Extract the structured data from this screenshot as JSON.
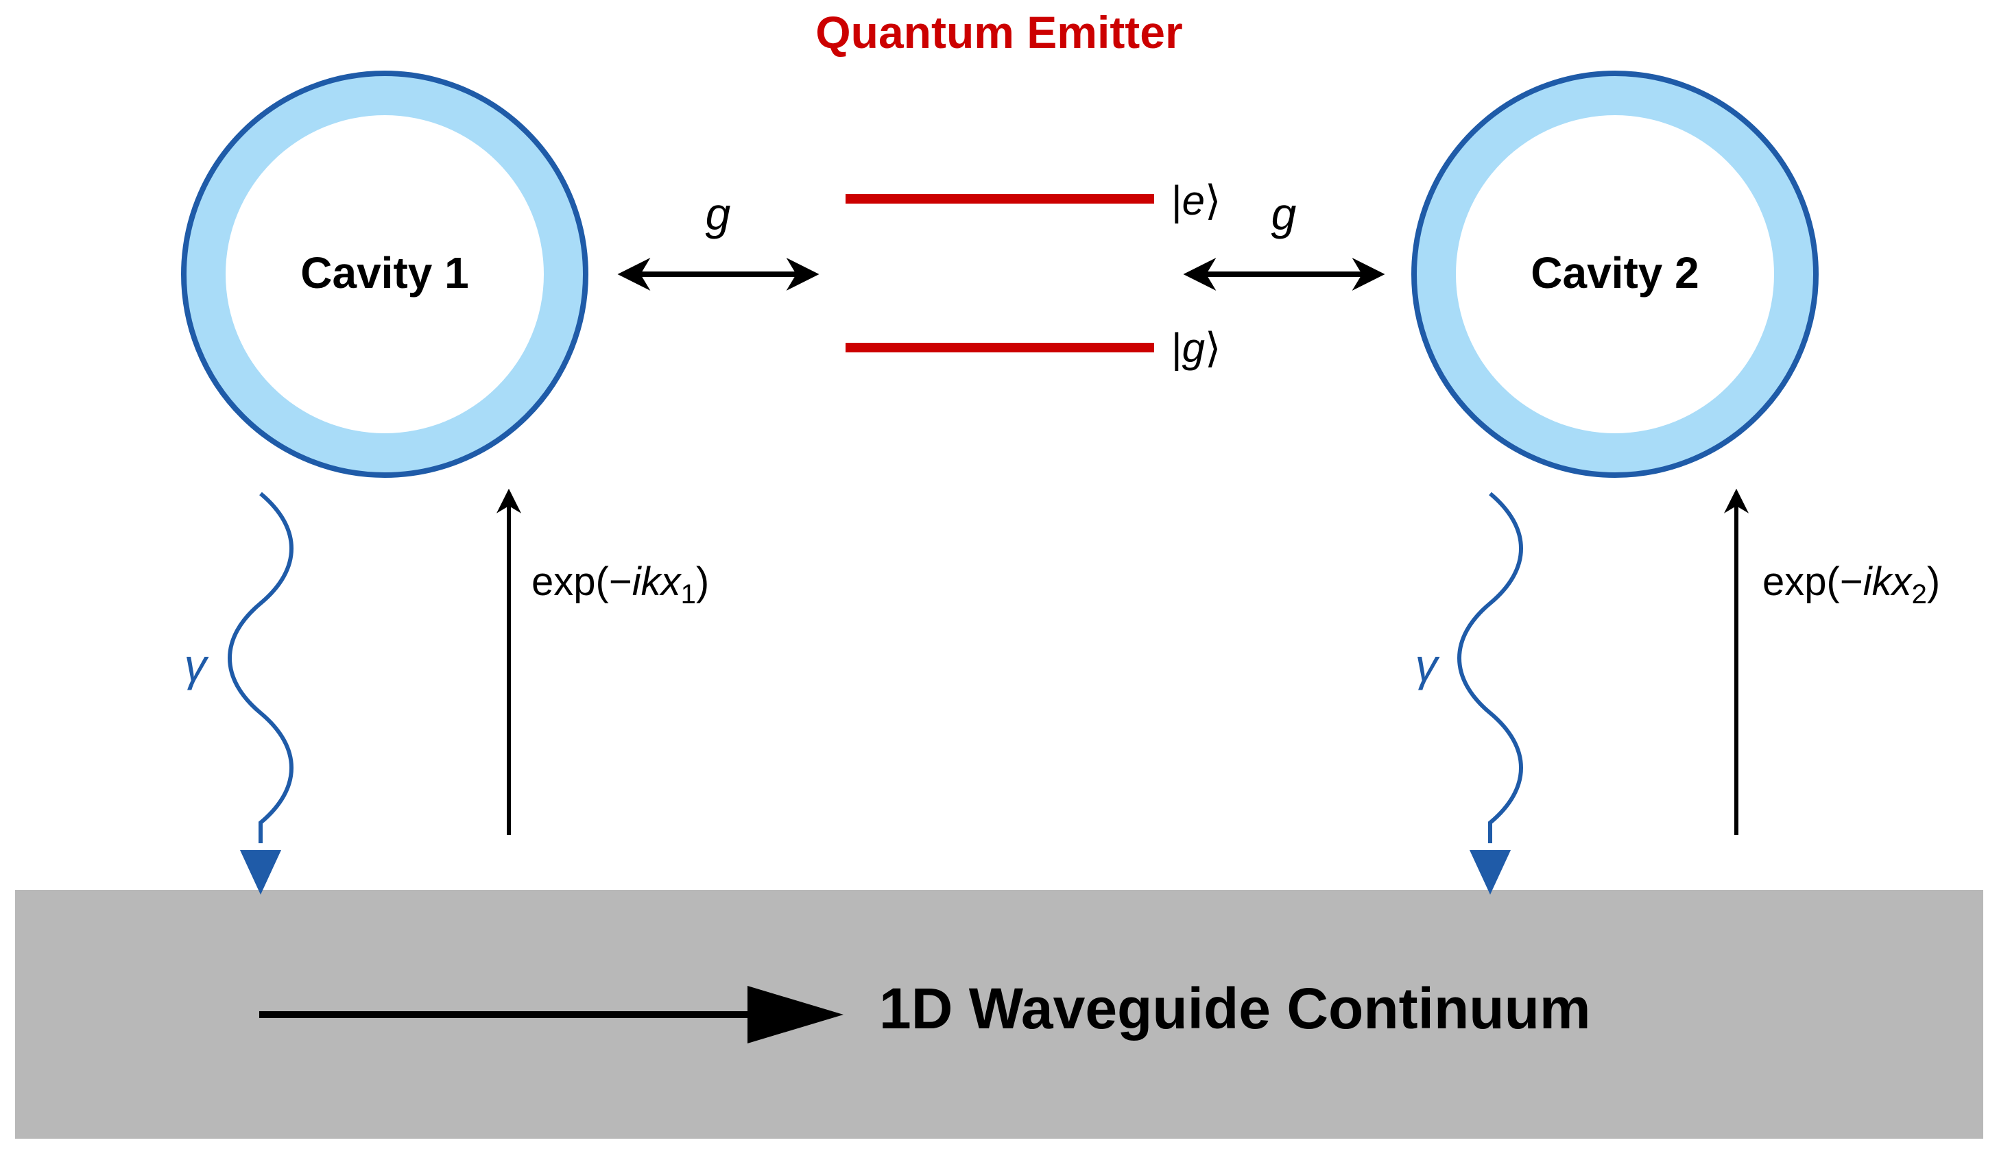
{
  "emitter": {
    "title": "Quantum Emitter",
    "excited_state": {
      "bra": "|",
      "symbol": "e",
      "ket": "⟩"
    },
    "ground_state": {
      "bra": "|",
      "symbol": "g",
      "ket": "⟩"
    }
  },
  "cavity1": {
    "label": "Cavity 1",
    "coupling": "g",
    "decay": "γ",
    "phase": {
      "prefix": "exp(−",
      "ital": "ikx",
      "sub": "1",
      "suffix": ")"
    }
  },
  "cavity2": {
    "label": "Cavity 2",
    "coupling": "g",
    "decay": "γ",
    "phase": {
      "prefix": "exp(−",
      "ital": "ikx",
      "sub": "2",
      "suffix": ")"
    }
  },
  "waveguide": {
    "label": "1D Waveguide Continuum"
  },
  "colors": {
    "emitter_red": "#cc0000",
    "cavity_ring": "#a9dcf8",
    "cavity_border": "#1f5ba8",
    "decay_blue": "#1f5ba8",
    "waveguide_gray": "#b8b8b8",
    "ink": "#000000"
  }
}
